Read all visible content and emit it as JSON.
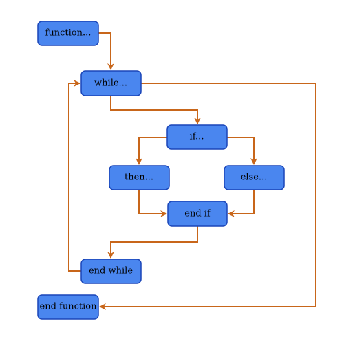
{
  "diagram": {
    "colors": {
      "node_fill": "#4a86ef",
      "node_border": "#1a45b8",
      "arrow": "#c8661a",
      "background": "#ffffff"
    },
    "nodes": {
      "function": "function...",
      "while": "while...",
      "if": "if...",
      "then": "then...",
      "else": "else...",
      "end_if": "end if",
      "end_while": "end while",
      "end_function": "end function"
    }
  }
}
